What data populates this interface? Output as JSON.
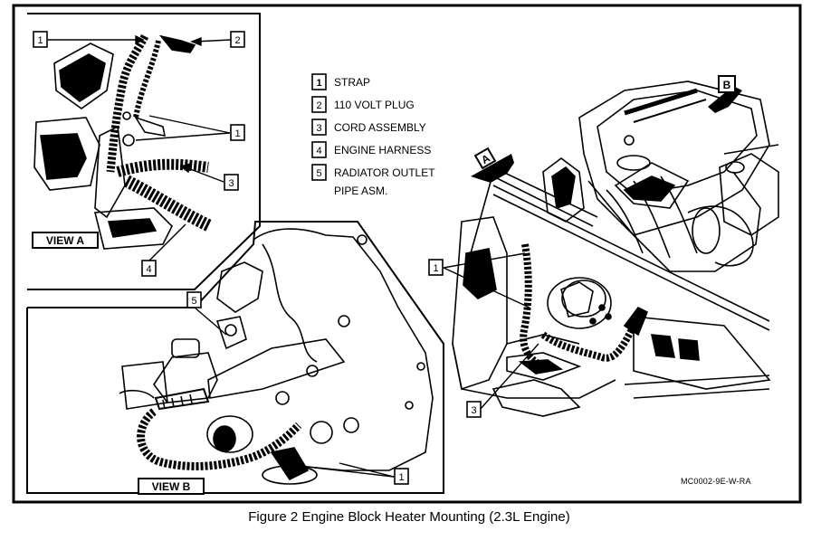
{
  "legend": [
    {
      "num": "1",
      "text": "STRAP"
    },
    {
      "num": "2",
      "text": "110 VOLT PLUG"
    },
    {
      "num": "3",
      "text": "CORD ASSEMBLY"
    },
    {
      "num": "4",
      "text": "ENGINE HARNESS"
    },
    {
      "num": "5",
      "text": "RADIATOR OUTLET",
      "text2": "PIPE ASM."
    }
  ],
  "views": {
    "view_a": "VIEW A",
    "view_b": "VIEW B",
    "arrow_a": "A",
    "arrow_b": "B"
  },
  "callouts": {
    "c1": "1",
    "c2": "2",
    "c3": "3",
    "c4": "4",
    "c5": "5"
  },
  "drawing_code": "MC0002-9E-W-RA",
  "caption": "Figure 2 Engine Block Heater Mounting (2.3L Engine)"
}
